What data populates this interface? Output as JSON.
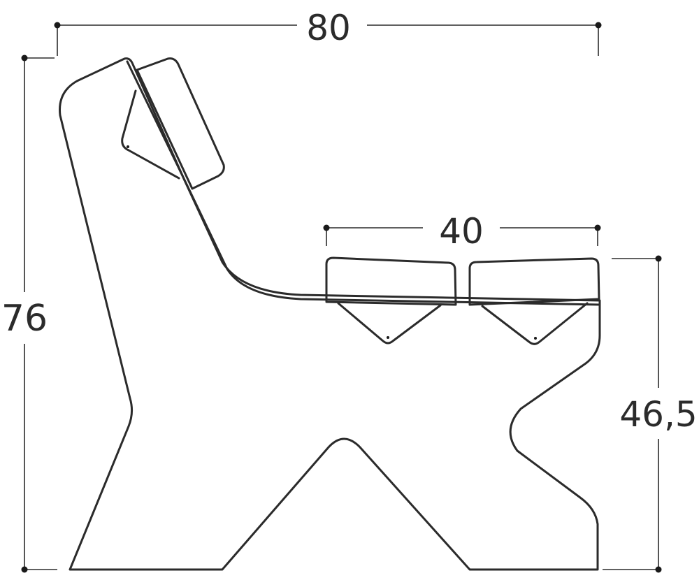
{
  "dimensions": {
    "overall_width": "80",
    "overall_height": "76",
    "seat_depth": "40",
    "seat_height": "46,5"
  },
  "colors": {
    "line": "#2b2b2b",
    "background": "#ffffff"
  }
}
